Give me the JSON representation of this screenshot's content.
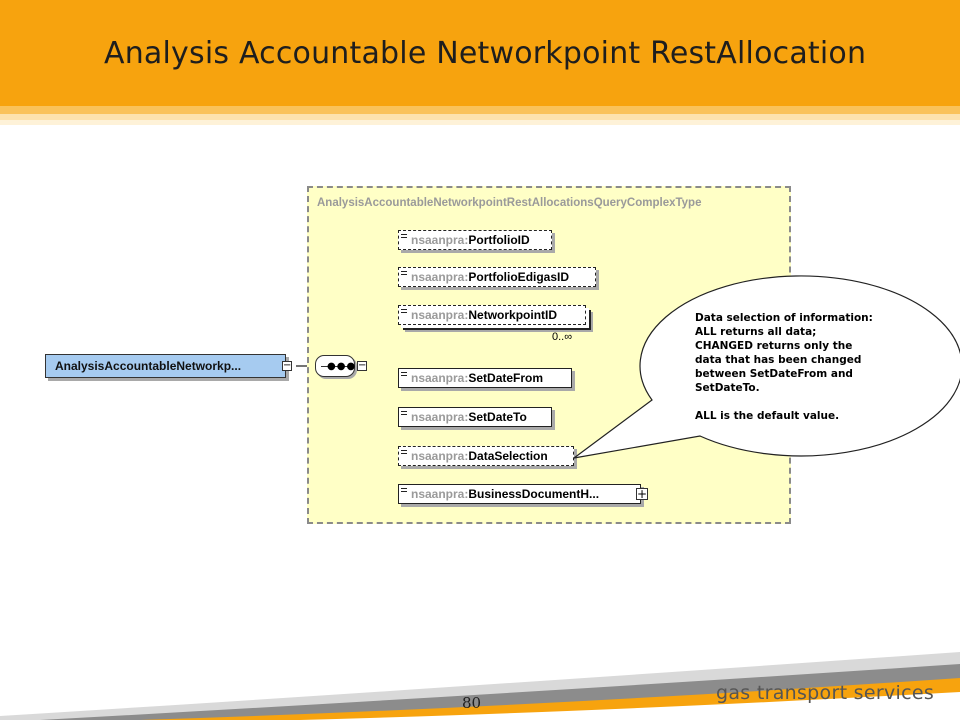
{
  "slide": {
    "title": "Analysis Accountable Networkpoint RestAllocation",
    "page_number": "80",
    "brand": "gas transport services",
    "colors": {
      "header": "#f7a30e",
      "complex_type_fill": "#ffffc6",
      "root_fill": "#a6cbf0"
    }
  },
  "diagram": {
    "root_element": "AnalysisAccountableNetworkp...",
    "complex_type": "AnalysisAccountableNetworkpointRestAllocationsQueryComplexType",
    "namespace_prefix": "nsaanpra:",
    "elements": [
      {
        "name": "PortfolioID",
        "optional": true
      },
      {
        "name": "PortfolioEdigasID",
        "optional": true
      },
      {
        "name": "NetworkpointID",
        "optional": true,
        "cardinality": "0..∞"
      },
      {
        "name": "SetDateFrom",
        "optional": false
      },
      {
        "name": "SetDateTo",
        "optional": false
      },
      {
        "name": "DataSelection",
        "optional": true
      },
      {
        "name": "BusinessDocumentH...",
        "optional": false,
        "expandable": true
      }
    ],
    "callout": {
      "lines": [
        "Data selection of information:",
        "ALL returns all data;",
        "CHANGED returns only the",
        "data that has been changed",
        "between SetDateFrom and",
        "SetDateTo.",
        "",
        "ALL is the default value."
      ]
    }
  }
}
